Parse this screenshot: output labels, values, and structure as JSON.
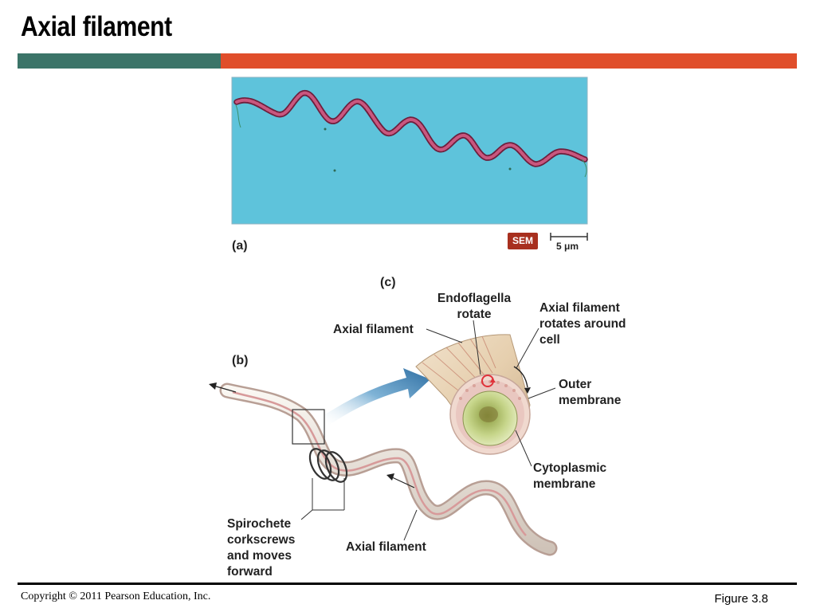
{
  "slide": {
    "title": "Axial filament"
  },
  "figure": {
    "panel_a": {
      "letter": "(a)",
      "badge": "SEM",
      "scale_bar": "5 μm"
    },
    "panel_b": {
      "letter": "(b)",
      "labels": {
        "corkscrew": "Spirochete corkscrews and moves forward",
        "axial_filament_lower": "Axial filament"
      },
      "corkscrew_lines": [
        "Spirochete",
        "corkscrews",
        "and moves",
        "forward"
      ]
    },
    "panel_c": {
      "letter": "(c)",
      "endoflagella_lines": [
        "Endoflagella",
        "rotate"
      ],
      "axial_filament": "Axial filament",
      "rotates_lines": [
        "Axial filament",
        "rotates around",
        "cell"
      ],
      "outer_lines": [
        "Outer",
        "membrane"
      ],
      "cyto_lines": [
        "Cytoplasmic",
        "membrane"
      ]
    },
    "colors": {
      "sem_background": "#5ec3db",
      "spirochete": "#b5305a",
      "accent_teal": "#3b7468",
      "accent_orange": "#e04e2b",
      "arrow_blue": "#3f86b8"
    }
  },
  "footer": {
    "copyright": "Copyright © 2011 Pearson Education, Inc.",
    "figure_number": "Figure 3.8"
  }
}
